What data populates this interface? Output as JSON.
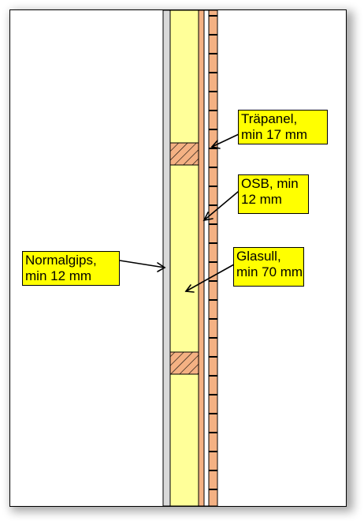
{
  "labels": {
    "trapanel": {
      "line1": "Träpanel,",
      "line2": "min 17 mm"
    },
    "osb": {
      "line1": "OSB, min",
      "line2": "12 mm"
    },
    "glasull": {
      "line1": "Glasull,",
      "line2": "min 70 mm"
    },
    "normalgips": {
      "line1": "Normalgips,",
      "line2": "min 12 mm"
    }
  },
  "colors": {
    "gypsum": "#d9d9d9",
    "insulation": "#ffff99",
    "wood": "#f4b183",
    "label_bg": "#ffff00",
    "outline": "#000000"
  }
}
